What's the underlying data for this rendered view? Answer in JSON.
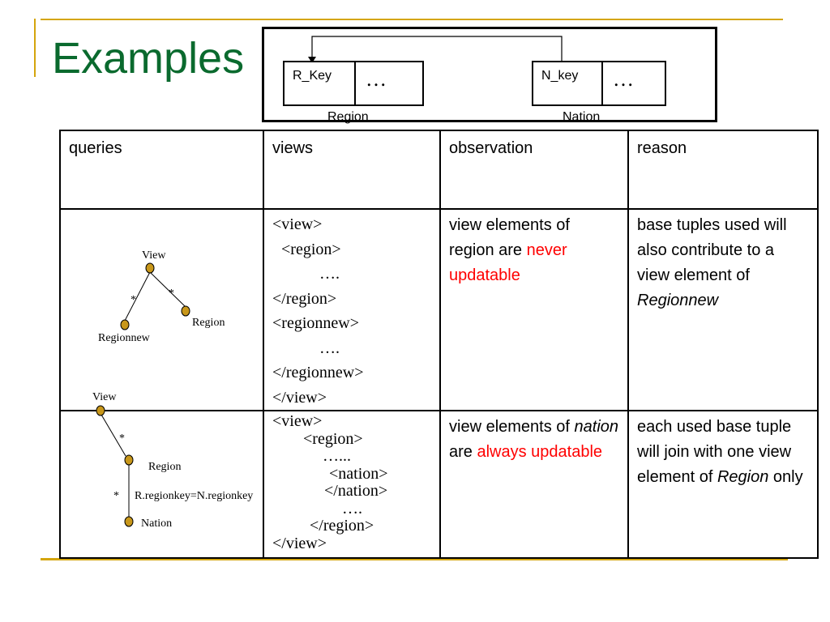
{
  "slide": {
    "title": "Examples",
    "colors": {
      "title": "#0a6a2e",
      "rule": "#d4a50d",
      "highlight": "#ff0000",
      "node": "#c8971a"
    }
  },
  "schema": {
    "region": {
      "key": "R_Key",
      "dots": "…",
      "name": "Region"
    },
    "nation": {
      "key": "N_key",
      "dots": "…",
      "name": "Nation"
    }
  },
  "table": {
    "headers": [
      "queries",
      "views",
      "observation",
      "reason"
    ],
    "rows": [
      {
        "tree": {
          "root": "View",
          "star_left": "*",
          "star_right": "*",
          "left_child": "Regionnew",
          "right_child": "Region"
        },
        "view_lines": [
          "<view>",
          " <region>",
          "….",
          "</region>",
          "<regionnew>",
          "….",
          "</regionnew>",
          "</view>"
        ],
        "observation": {
          "part1": "view elements of region are ",
          "highlight": "never updatable"
        },
        "reason": {
          "part1": "base tuples used will also contribute to a view element of ",
          "italic": "Regionnew"
        }
      },
      {
        "tree": {
          "root": "View",
          "star_top": "*",
          "mid": "Region",
          "star_bottom": "*",
          "condition": "R.regionkey=N.regionkey",
          "leaf": "Nation"
        },
        "view_lines": [
          "<view>",
          "<region>",
          "…...",
          "<nation>",
          "</nation>",
          "….",
          "</region>",
          "</view>"
        ],
        "observation": {
          "part1": "view elements of ",
          "italic": "nation",
          "part2": " are ",
          "highlight": "always updatable"
        },
        "reason": {
          "part1": "each used base tuple will join with one view element of ",
          "italic": "Region",
          "part2": " only"
        }
      }
    ]
  }
}
